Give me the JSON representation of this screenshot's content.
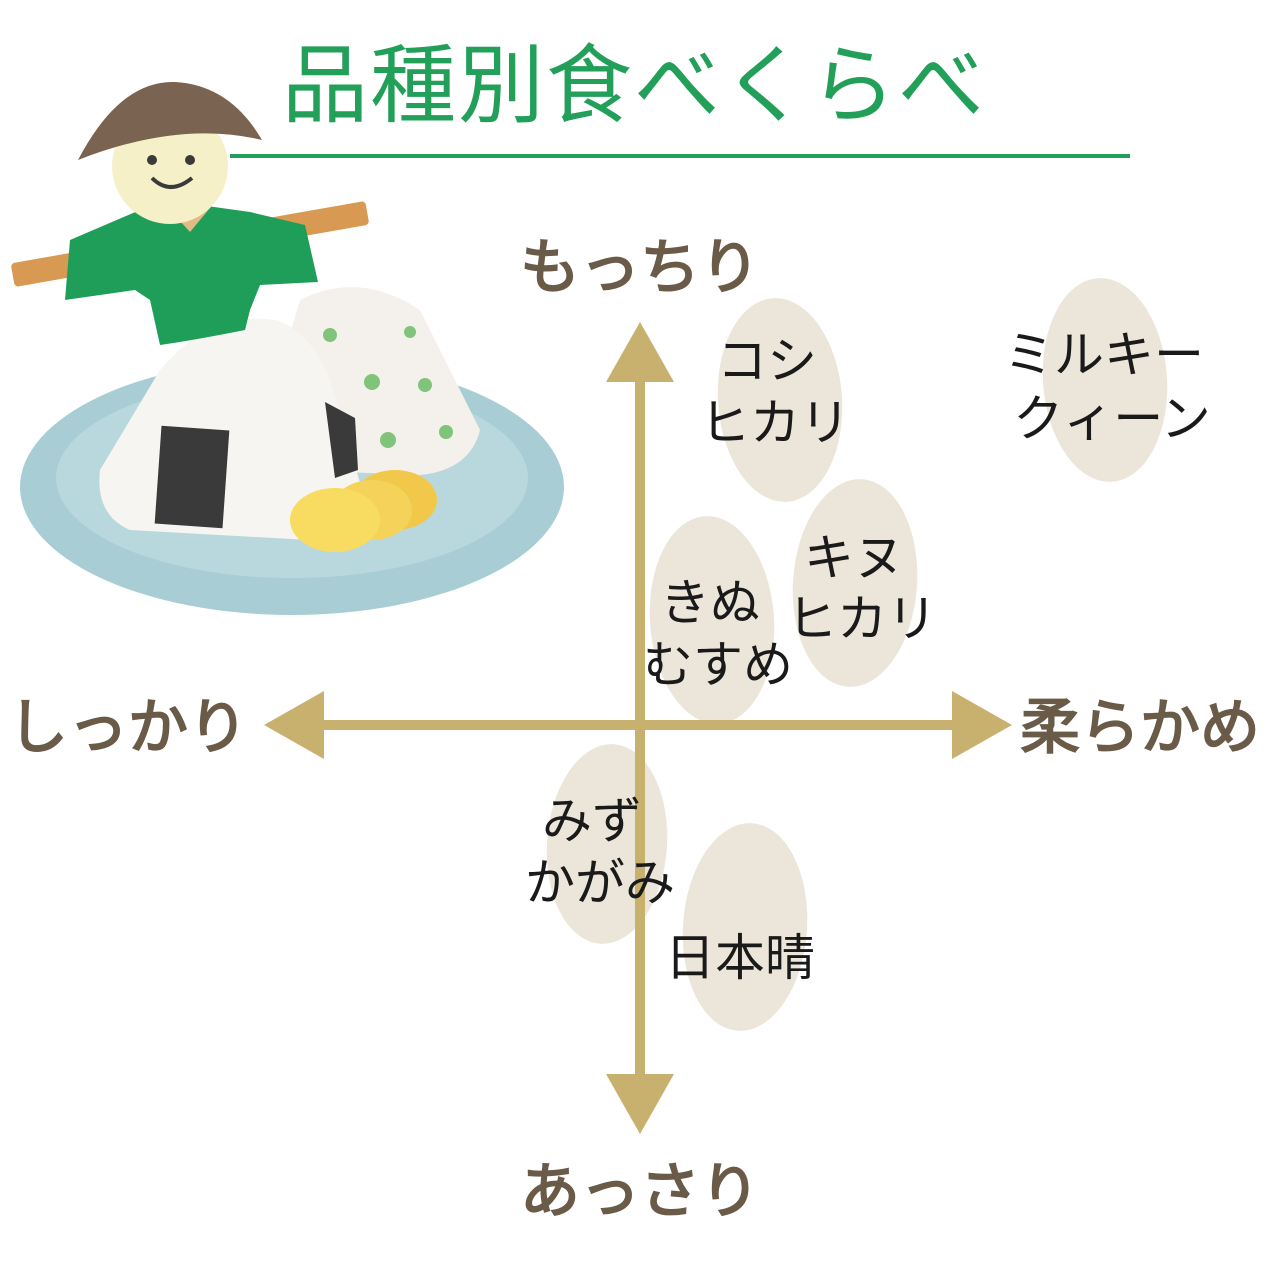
{
  "title": "品種別食べくらべ",
  "colors": {
    "title": "#22a05a",
    "axis": "#c8b06e",
    "axis_label": "#6a5a48",
    "grain": "#ece6da",
    "plate": "#a9cdd4",
    "shirt": "#1f9e5a",
    "hat": "#7a6350"
  },
  "axes": {
    "top": "もっちり",
    "bottom": "あっさり",
    "left": "しっかり",
    "right": "柔らかめ"
  },
  "varieties": [
    {
      "id": "koshihikari",
      "lines": [
        "コシ",
        "ヒカリ"
      ]
    },
    {
      "id": "milky-queen",
      "lines": [
        "ミルキー",
        "クィーン"
      ]
    },
    {
      "id": "kinuhikari",
      "lines": [
        "キヌ",
        "ヒカリ"
      ]
    },
    {
      "id": "kinumusume",
      "lines": [
        "きぬ",
        "むすめ"
      ]
    },
    {
      "id": "mizukagami",
      "lines": [
        "みず",
        "かがみ"
      ]
    },
    {
      "id": "nihonbare",
      "lines": [
        "日本晴"
      ]
    }
  ],
  "illustration": {
    "icons": [
      "scarecrow-icon",
      "onigiri-plate-icon"
    ]
  }
}
